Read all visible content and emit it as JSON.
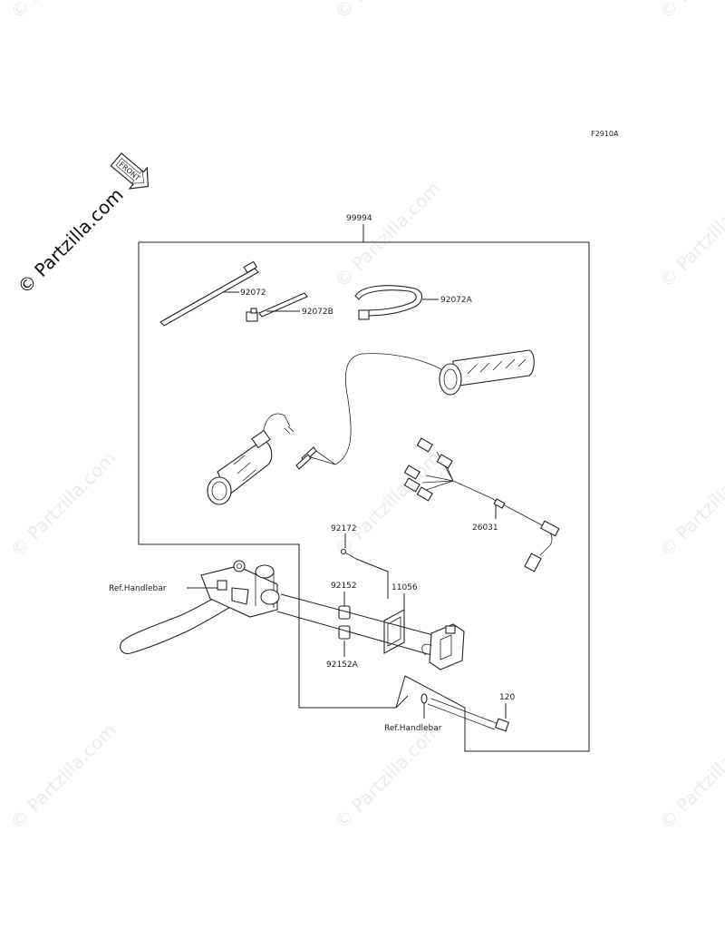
{
  "diagram": {
    "code": "F2910A",
    "brand": "© Partzilla.com",
    "watermark": "© Partzilla.com",
    "front_marker": "FRONT",
    "assembly_number": "99994",
    "labels": {
      "p92072": "92072",
      "p92072B": "92072B",
      "p92072A": "92072A",
      "p26031": "26031",
      "p92172": "92172",
      "p92152": "92152",
      "p11056": "11056",
      "p92152A": "92152A",
      "p120": "120",
      "ref_handlebar_left": "Ref.Handlebar",
      "ref_handlebar_bottom": "Ref.Handlebar"
    }
  }
}
